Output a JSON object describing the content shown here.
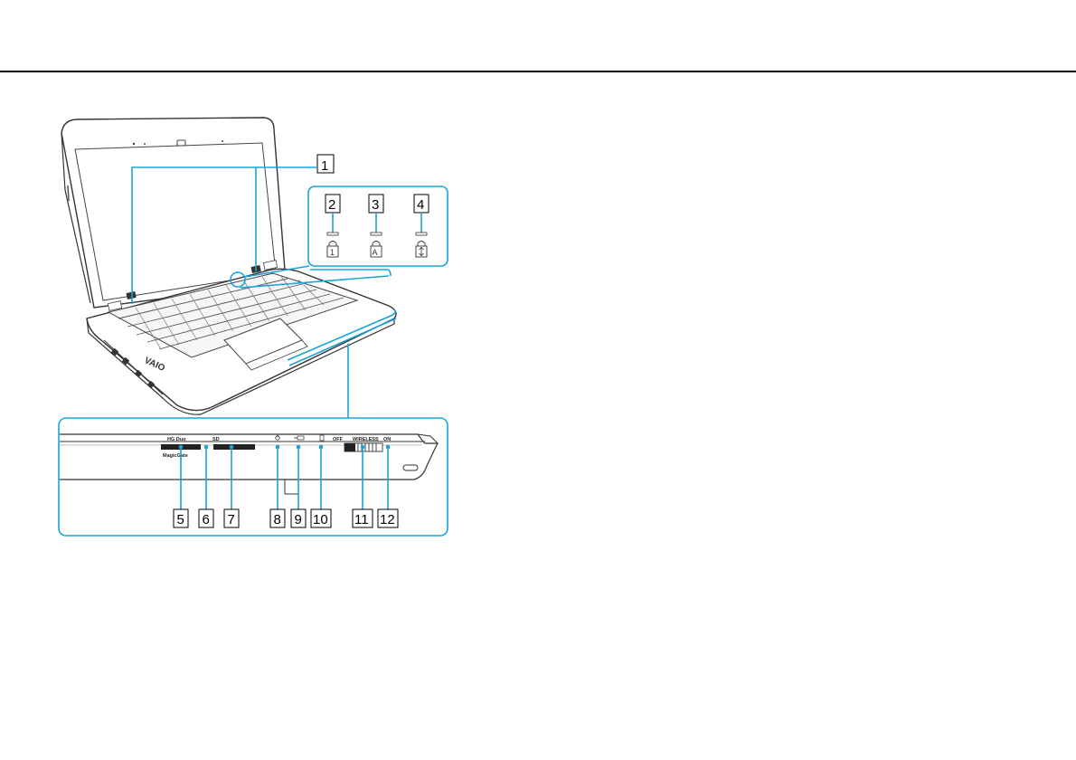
{
  "callouts": {
    "n1": "1",
    "n2": "2",
    "n3": "3",
    "n4": "4",
    "n5": "5",
    "n6": "6",
    "n7": "7",
    "n8": "8",
    "n9": "9",
    "n10": "10",
    "n11": "11",
    "n12": "12"
  },
  "front_panel": {
    "hg_duo": "HG Duo",
    "magicgate": "MagicGate",
    "sd": "SD",
    "off": "OFF",
    "wireless": "WIRELESS",
    "on": "ON"
  },
  "brand": {
    "logo": "VAIO"
  },
  "colors": {
    "callout": "#1aa3d9",
    "rule": "#000000"
  },
  "icons": [
    "num-lock-icon",
    "caps-lock-icon",
    "scroll-lock-icon",
    "power-icon",
    "charge-icon",
    "drive-icon"
  ]
}
